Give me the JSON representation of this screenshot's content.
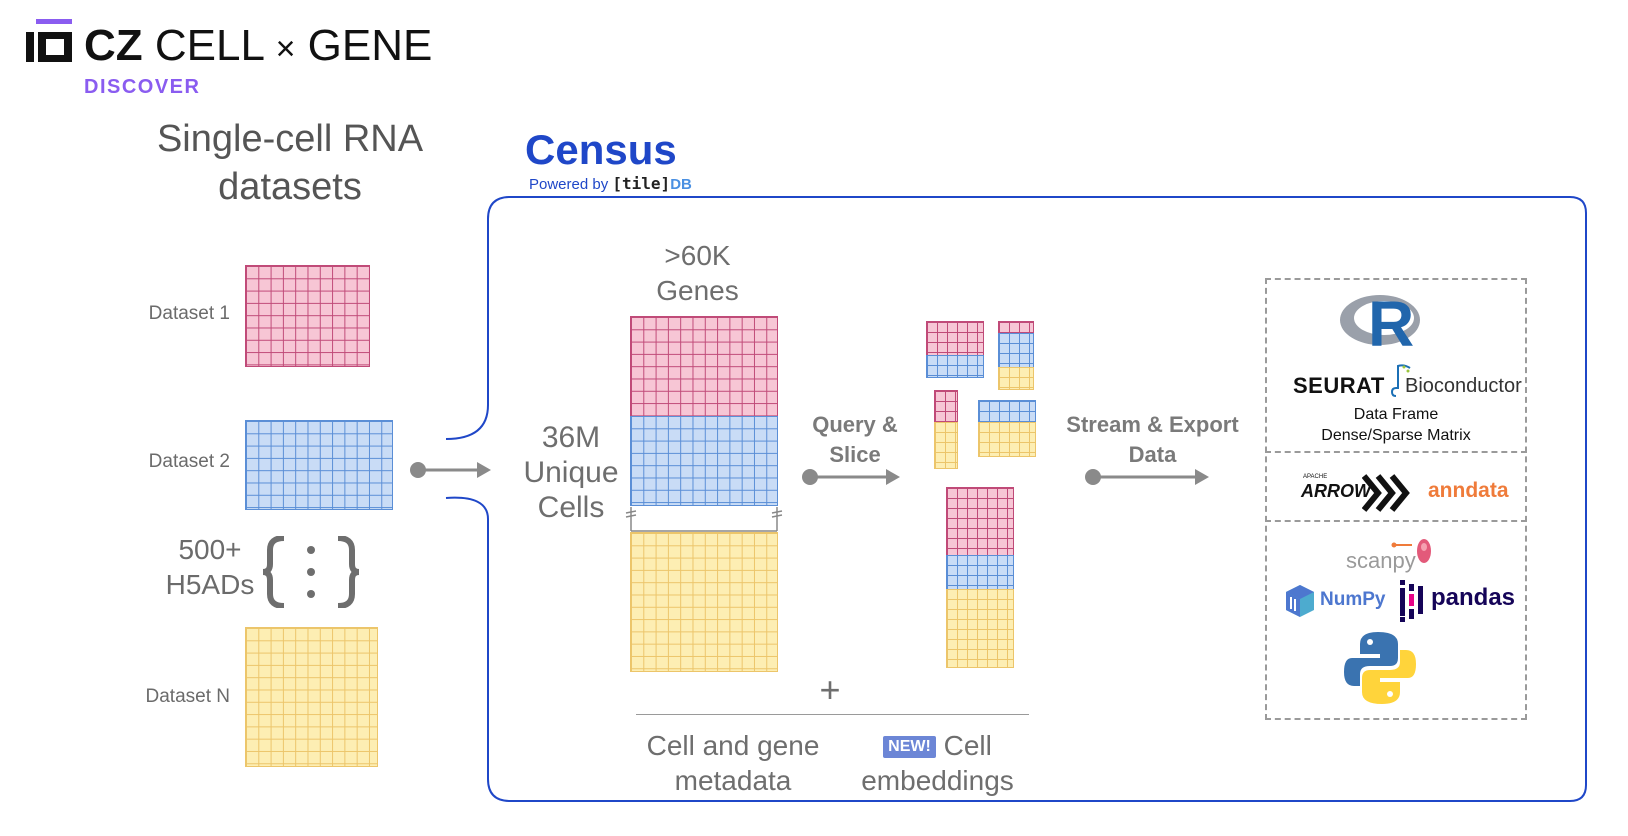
{
  "logo": {
    "cz": "CZ",
    "product": "CELL",
    "times": "×",
    "product2": "GENE",
    "sub": "DISCOVER"
  },
  "left": {
    "title_line1": "Single-cell RNA",
    "title_line2": "datasets",
    "datasets": [
      "Dataset 1",
      "Dataset 2",
      "Dataset N"
    ],
    "count_line1": "500+",
    "count_line2": "H5ADs"
  },
  "census": {
    "title": "Census",
    "powered_by": "Powered by",
    "tiledb_tile": "[tile]",
    "tiledb_db": "DB"
  },
  "matrix": {
    "genes_line1": ">60K",
    "genes_line2": "Genes",
    "cells_line1": "36M",
    "cells_line2": "Unique",
    "cells_line3": "Cells"
  },
  "steps": {
    "query_line1": "Query &",
    "query_line2": "Slice",
    "export_line1": "Stream & Export",
    "export_line2": "Data"
  },
  "bottom": {
    "plus": "+",
    "meta_line1": "Cell and gene",
    "meta_line2": "metadata",
    "new_badge": "NEW!",
    "emb_line1": "Cell",
    "emb_line2": "embeddings"
  },
  "tools": {
    "r": "R",
    "seurat": "SEURAT",
    "bioconductor": "Bioconductor",
    "data_frame": "Data Frame",
    "dense_sparse": "Dense/Sparse Matrix",
    "apache": "APACHE",
    "arrow": "ARROW",
    "anndata": "anndata",
    "scanpy": "scanpy",
    "numpy": "NumPy",
    "pandas": "pandas"
  },
  "colors": {
    "census_blue": "#1f47c8",
    "discover_purple": "#8a5cf0",
    "pink": "#f7c6d5",
    "blue": "#c9dcf6",
    "yellow": "#fdeeb3",
    "anndata_orange": "#ef7b3a",
    "pandas_navy": "#150458",
    "numpy_blue": "#4d77cf"
  }
}
